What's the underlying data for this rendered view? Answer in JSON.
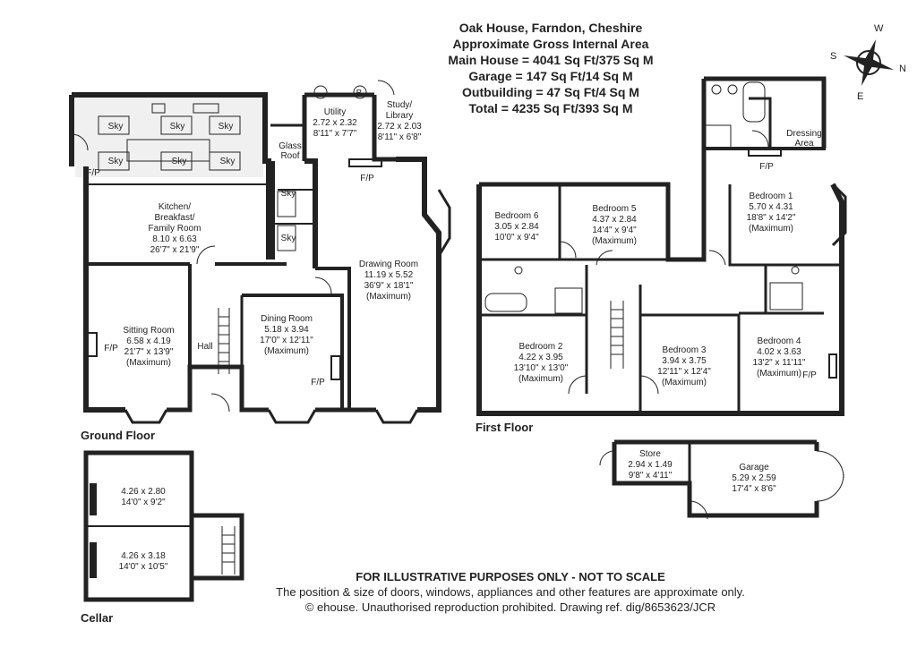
{
  "header": {
    "title": "Oak House, Farndon, Cheshire",
    "area_title": "Approximate Gross Internal Area",
    "main_house": "Main House = 4041 Sq Ft/375 Sq M",
    "garage": "Garage = 147 Sq Ft/14 Sq M",
    "outbuilding": "Outbuilding = 47 Sq Ft/4 Sq M",
    "total": "Total = 4235 Sq Ft/393 Sq M"
  },
  "compass": {
    "n": "N",
    "s": "S",
    "e": "E",
    "w": "W"
  },
  "floors": {
    "ground": "Ground Floor",
    "first": "First Floor",
    "cellar": "Cellar"
  },
  "rooms": {
    "utility": {
      "name": "Utility",
      "metric": "2.72 x 2.32",
      "imperial": "8'11\" x 7'7\""
    },
    "study": {
      "name": "Study/",
      "name2": "Library",
      "metric": "2.72 x 2.03",
      "imperial": "8'11\" x 6'8\""
    },
    "glass_roof": {
      "name": "Glass",
      "name2": "Roof"
    },
    "kitchen": {
      "name": "Kitchen/",
      "name2": "Breakfast/",
      "name3": "Family Room",
      "metric": "8.10 x 6.63",
      "imperial": "26'7\" x 21'9\""
    },
    "drawing": {
      "name": "Drawing Room",
      "metric": "11.19 x 5.52",
      "imperial": "36'9\" x 18'1\"",
      "note": "(Maximum)"
    },
    "sitting": {
      "name": "Sitting Room",
      "metric": "6.58 x 4.19",
      "imperial": "21'7\" x 13'9\"",
      "note": "(Maximum)"
    },
    "dining": {
      "name": "Dining Room",
      "metric": "5.18 x 3.94",
      "imperial": "17'0\" x 12'11\"",
      "note": "(Maximum)"
    },
    "hall": {
      "name": "Hall"
    },
    "bed1": {
      "name": "Bedroom 1",
      "metric": "5.70 x 4.31",
      "imperial": "18'8\" x 14'2\"",
      "note": "(Maximum)"
    },
    "dressing": {
      "name": "Dressing",
      "name2": "Area"
    },
    "bed2": {
      "name": "Bedroom 2",
      "metric": "4.22 x 3.95",
      "imperial": "13'10\" x 13'0\"",
      "note": "(Maximum)"
    },
    "bed3": {
      "name": "Bedroom 3",
      "metric": "3.94 x 3.75",
      "imperial": "12'11\" x 12'4\"",
      "note": "(Maximum)"
    },
    "bed4": {
      "name": "Bedroom 4",
      "metric": "4.02 x 3.63",
      "imperial": "13'2\" x 11'11\"",
      "note": "(Maximum)"
    },
    "bed5": {
      "name": "Bedroom 5",
      "metric": "4.37 x 2.84",
      "imperial": "14'4\" x 9'4\"",
      "note": "(Maximum)"
    },
    "bed6": {
      "name": "Bedroom 6",
      "metric": "3.05 x 2.84",
      "imperial": "10'0\" x 9'4\""
    },
    "store": {
      "name": "Store",
      "metric": "2.94 x 1.49",
      "imperial": "9'8\" x 4'11\""
    },
    "garage": {
      "name": "Garage",
      "metric": "5.29 x 2.59",
      "imperial": "17'4\" x 8'6\""
    },
    "cellar1": {
      "metric": "4.26 x 2.80",
      "imperial": "14'0\" x 9'2\""
    },
    "cellar2": {
      "metric": "4.26 x 3.18",
      "imperial": "14'0\" x 10'5\""
    }
  },
  "labels": {
    "sky": "Sky",
    "fp": "F/P",
    "boiler": "B"
  },
  "footer": {
    "disclaimer": "FOR ILLUSTRATIVE PURPOSES ONLY - NOT TO SCALE",
    "note": "The position & size of doors, windows, appliances and other features are approximate only.",
    "copyright": "© ehouse. Unauthorised reproduction prohibited. Drawing ref. dig/8653623/JCR"
  }
}
